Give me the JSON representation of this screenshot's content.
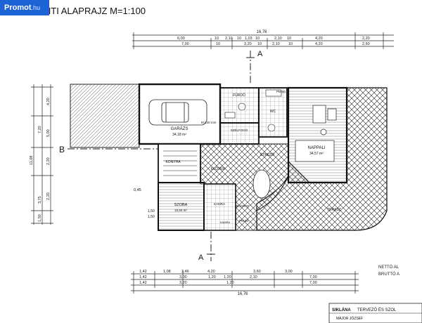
{
  "watermark": {
    "brand": "Promot",
    "domain": ".hu"
  },
  "title": "FÖLDSZINTI ALAPRAJZ M=1:100",
  "dims": {
    "top_total": "16,76",
    "top_row1": [
      "6,00",
      "10",
      "2,10",
      "10",
      "1,03",
      "10",
      "2,10",
      "10",
      "4,20",
      "2,20"
    ],
    "top_row2": [
      "7,00",
      "10",
      "3,20",
      "10",
      "2,10",
      "10",
      "4,20",
      "2,60"
    ],
    "left": [
      "4,20",
      "5,00",
      "2,20",
      "2,20",
      "7,20",
      "11,08",
      "3,75",
      "1,50"
    ],
    "bottom_row1": [
      "1,42",
      "1,08",
      "3,46",
      "4,20",
      "3,60",
      "3,00"
    ],
    "bottom_row2": [
      "1,42",
      "3,00",
      "1,20",
      "1,20",
      "2,10",
      "7,00"
    ],
    "bottom_row3": [
      "1,42",
      "3,20",
      "1,20",
      "7,00"
    ],
    "bottom_total": "16,76",
    "side": [
      "1,50",
      "1,50"
    ]
  },
  "rooms": {
    "garage": "GARÁZS",
    "garage_sub": "34,18 m²",
    "car_note": "8×140 mm",
    "bath": "FÜRDŐ",
    "wc": "WC",
    "kitchen": "KONYHA",
    "pantry": "KAMRA",
    "dining": "ÉTKEZŐ",
    "hall": "ELŐTÉR",
    "living": "NAPPALI",
    "living_sub": "34,57 m²",
    "terrace": "TERASZ",
    "room": "SZOBA",
    "room_sub": "10,50 m²",
    "storage": "KAMRA",
    "entry": "BEJÁRAT",
    "vestibule": "SZÉLFOGÓ"
  },
  "section_marks": {
    "a": "A",
    "b": "B"
  },
  "labels": {
    "level": "0,45",
    "pm1": "PM 60",
    "pm2": "PM 60"
  },
  "legend": [
    "NETTÓ AL",
    "BRUTTÓ A"
  ],
  "stamp": {
    "company": "SIKLÁNA",
    "text": "TERVEZŐ ÉS SZOL",
    "person": "MAJOR JÓZSEF"
  }
}
